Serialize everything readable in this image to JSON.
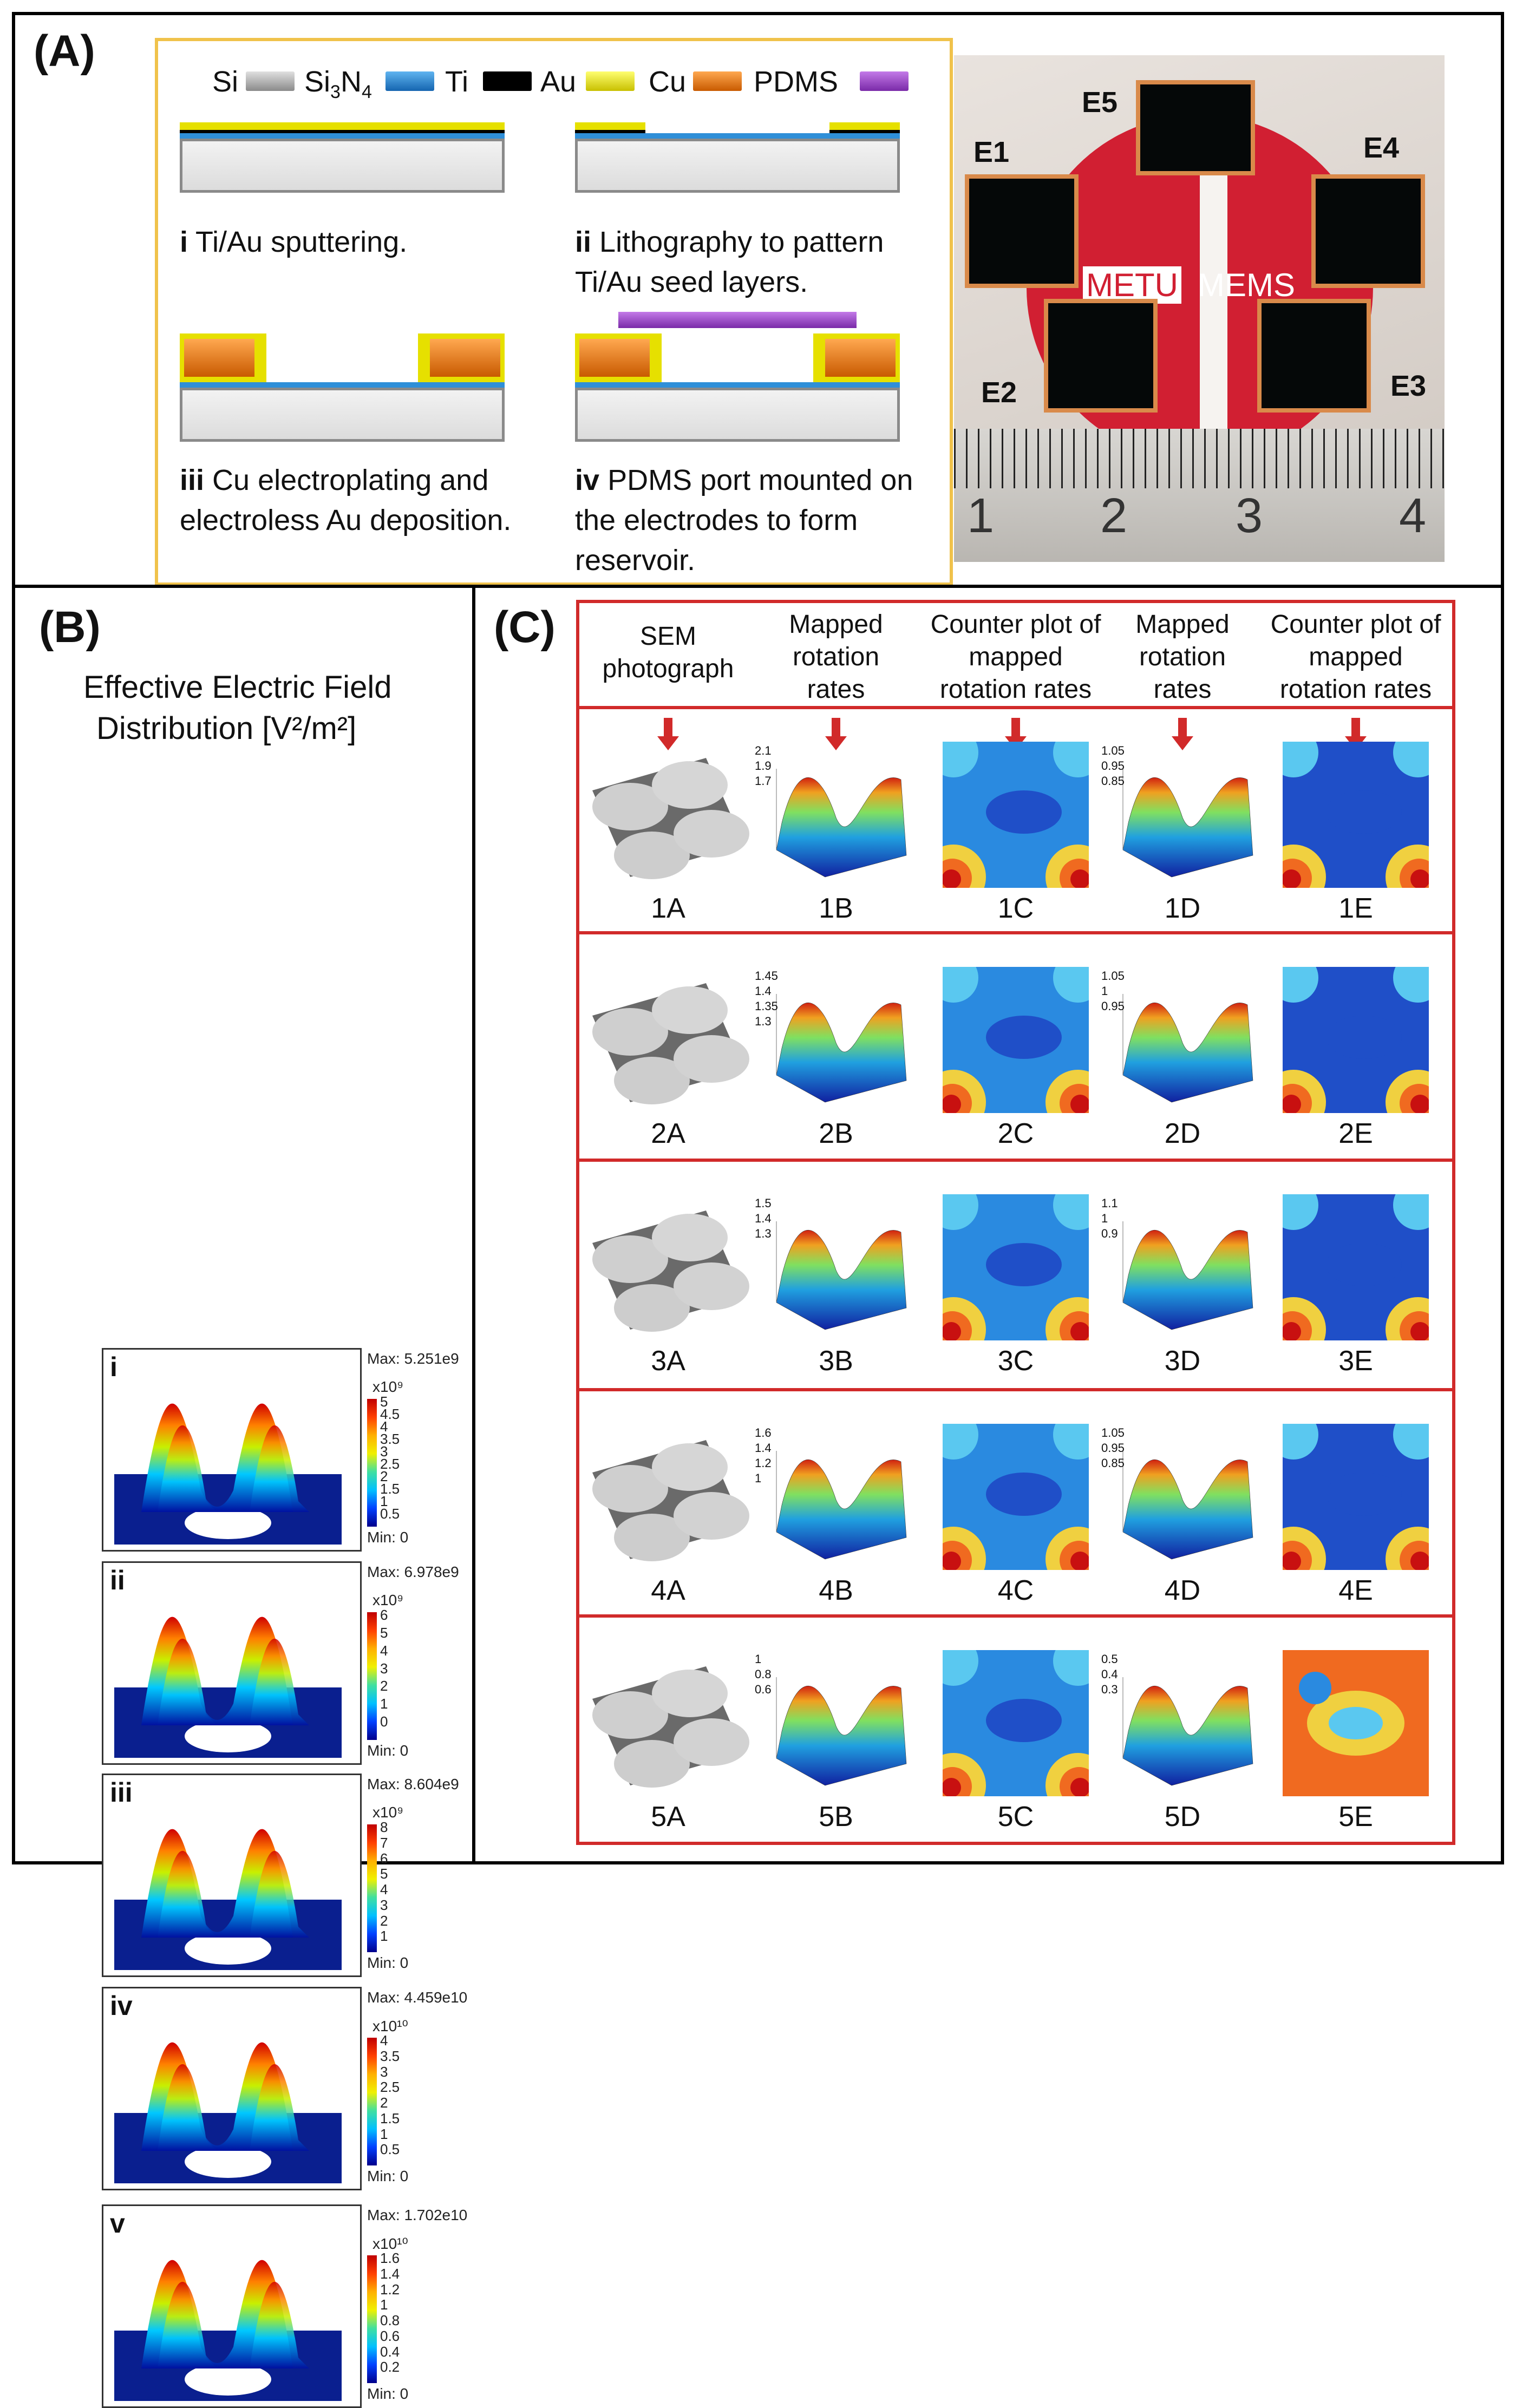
{
  "panels": {
    "a": "(A)",
    "b": "(B)",
    "c": "(C)"
  },
  "panel_a": {
    "legend": [
      {
        "name": "Si",
        "color": "#b8b8b8"
      },
      {
        "name": "Si3N4",
        "color": "#2f8fd8"
      },
      {
        "name": "Ti",
        "color": "#000000"
      },
      {
        "name": "Au",
        "color": "#f4f000"
      },
      {
        "name": "Cu",
        "color": "#f07a1a"
      },
      {
        "name": "PDMS",
        "color": "#9b3fc8"
      }
    ],
    "steps": [
      {
        "num": "i",
        "text": [
          "Ti/Au sputtering."
        ]
      },
      {
        "num": "ii",
        "text": [
          "Lithography to pattern",
          "Ti/Au seed layers."
        ]
      },
      {
        "num": "iii",
        "text": [
          "Cu electroplating and",
          "electroless Au deposition."
        ]
      },
      {
        "num": "iv",
        "text": [
          "PDMS port mounted on",
          "the electrodes to form",
          "reservoir."
        ]
      }
    ],
    "photo": {
      "labels": [
        "E1",
        "E2",
        "E3",
        "E4",
        "E5"
      ],
      "logo_left": "METU",
      "logo_right": "MEMS",
      "ruler_numbers": [
        "1",
        "2",
        "3",
        "4"
      ]
    }
  },
  "panel_b": {
    "title": [
      "Effective Electric Field",
      "Distribution [V²/m²]"
    ],
    "figures": [
      {
        "num": "i",
        "max": "Max: 5.251e9",
        "exp": "x10⁹",
        "ticks": [
          "5",
          "4.5",
          "4",
          "3.5",
          "3",
          "2.5",
          "2",
          "1.5",
          "1",
          "0.5"
        ],
        "min": "Min: 0"
      },
      {
        "num": "ii",
        "max": "Max: 6.978e9",
        "exp": "x10⁹",
        "ticks": [
          "6",
          "5",
          "4",
          "3",
          "2",
          "1",
          "0"
        ],
        "min": "Min: 0"
      },
      {
        "num": "iii",
        "max": "Max: 8.604e9",
        "exp": "x10⁹",
        "ticks": [
          "8",
          "7",
          "6",
          "5",
          "4",
          "3",
          "2",
          "1"
        ],
        "min": "Min: 0"
      },
      {
        "num": "iv",
        "max": "Max: 4.459e10",
        "exp": "x10¹⁰",
        "ticks": [
          "4",
          "3.5",
          "3",
          "2.5",
          "2",
          "1.5",
          "1",
          "0.5"
        ],
        "min": "Min: 0"
      },
      {
        "num": "v",
        "max": "Max: 1.702e10",
        "exp": "x10¹⁰",
        "ticks": [
          "1.6",
          "1.4",
          "1.2",
          "1",
          "0.8",
          "0.6",
          "0.4",
          "0.2"
        ],
        "min": "Min: 0"
      }
    ]
  },
  "panel_c": {
    "headers": [
      [
        "SEM",
        "photograph"
      ],
      [
        "Mapped",
        "rotation",
        "rates"
      ],
      [
        "Counter plot of",
        "mapped",
        "rotation rates"
      ],
      [
        "Mapped",
        "rotation",
        "rates"
      ],
      [
        "Counter plot of",
        "mapped",
        "rotation rates"
      ]
    ],
    "rows": [
      {
        "labels": [
          "1A",
          "1B",
          "1C",
          "1D",
          "1E"
        ],
        "b_ticks": [
          "2.1",
          "1.9",
          "1.7"
        ],
        "d_ticks": [
          "1.05",
          "0.95",
          "0.85"
        ]
      },
      {
        "labels": [
          "2A",
          "2B",
          "2C",
          "2D",
          "2E"
        ],
        "b_ticks": [
          "1.45",
          "1.4",
          "1.35",
          "1.3"
        ],
        "d_ticks": [
          "1.05",
          "1",
          "0.95"
        ]
      },
      {
        "labels": [
          "3A",
          "3B",
          "3C",
          "3D",
          "3E"
        ],
        "b_ticks": [
          "1.5",
          "1.4",
          "1.3"
        ],
        "d_ticks": [
          "1.1",
          "1",
          "0.9"
        ]
      },
      {
        "labels": [
          "4A",
          "4B",
          "4C",
          "4D",
          "4E"
        ],
        "b_ticks": [
          "1.6",
          "1.4",
          "1.2",
          "1"
        ],
        "d_ticks": [
          "1.05",
          "0.95",
          "0.85"
        ]
      },
      {
        "labels": [
          "5A",
          "5B",
          "5C",
          "5D",
          "5E"
        ],
        "b_ticks": [
          "1",
          "0.8",
          "0.6"
        ],
        "d_ticks": [
          "0.5",
          "0.4",
          "0.3"
        ]
      }
    ]
  }
}
